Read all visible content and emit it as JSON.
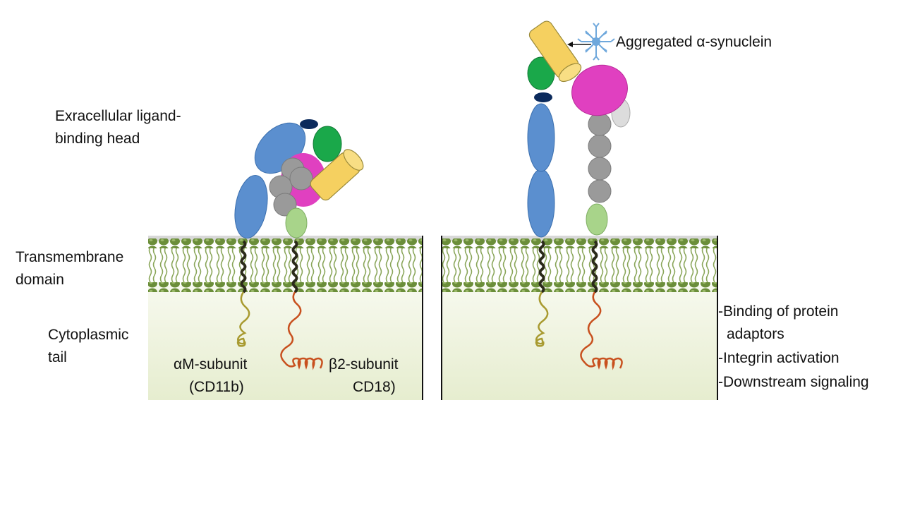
{
  "labels": {
    "ligand_head_line1": "Exracellular ligand-",
    "ligand_head_line2": "binding head",
    "transmembrane_line1": "Transmembrane",
    "transmembrane_line2": "domain",
    "cytoplasmic_line1": "Cytoplasmic",
    "cytoplasmic_line2": "tail",
    "alpha_subunit_line1": "αM-subunit",
    "alpha_subunit_line2": "(CD11b)",
    "beta_subunit_line1": "β2-subunit",
    "beta_subunit_line2": "CD18)",
    "aggregated": "Aggregated α-synuclein",
    "outcome_1": "-Binding of protein",
    "outcome_1b": "adaptors",
    "outcome_2": "-Integrin activation",
    "outcome_3": "-Downstream signaling"
  },
  "colors": {
    "alpha_domains": "#5b8fcf",
    "beta_propeller_green": "#1aa84a",
    "dark_cap": "#0b2a5c",
    "magenta_domain": "#e040c0",
    "grey_domains": "#9a9a9a",
    "light_green": "#a8d48a",
    "yellow_ligand": "#f5d060",
    "membrane_head": "#6b8e3a",
    "cytoplasm": "#eef3dc",
    "alpha_tail": "#a89a30",
    "beta_tail": "#c8501e",
    "synuclein": "#6fa8dc"
  }
}
